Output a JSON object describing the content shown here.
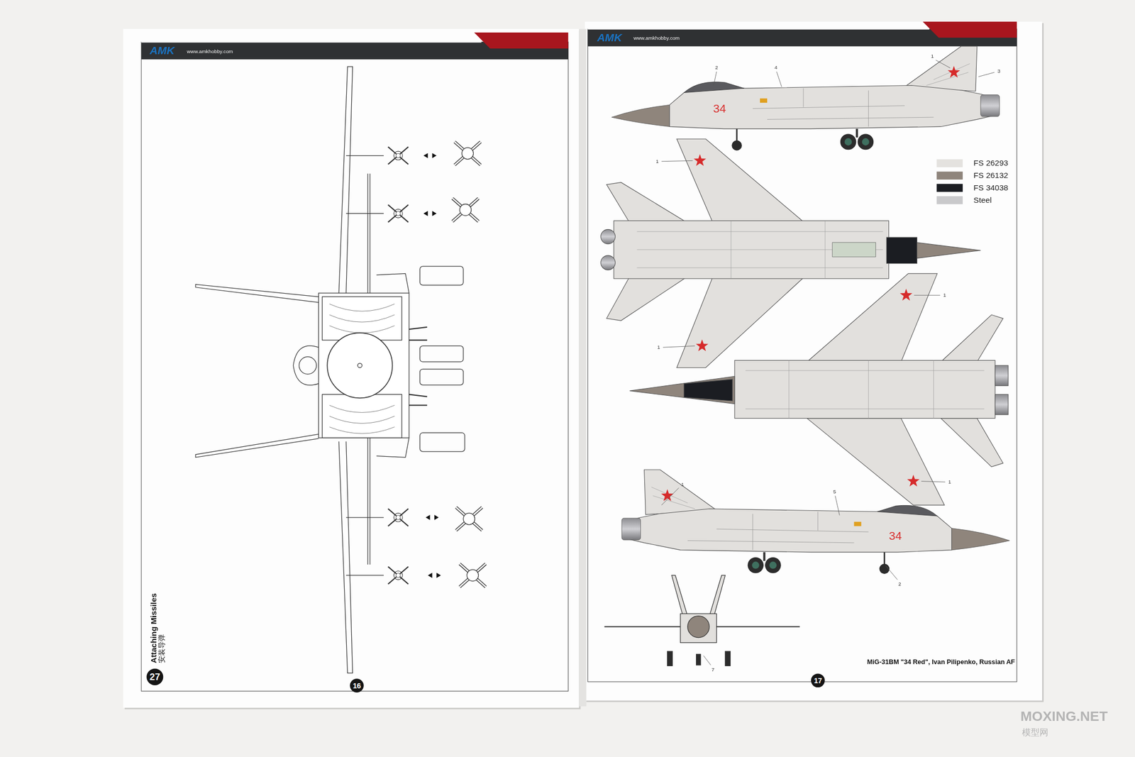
{
  "diagram": {
    "caption": "MiG-31BM \"34 Red\", Ivan Pilipenko, Russian AF",
    "nodes": [
      {
        "text": [
          "27"
        ]
      },
      {
        "text": [
          "16"
        ]
      },
      {
        "text": [
          "17"
        ]
      }
    ],
    "edges": [],
    "labels": [
      "AMK",
      "www.amkhobby.com",
      "Attaching Missiles",
      "安装导弹",
      "AMK",
      "www.amkhobby.com",
      "2",
      "4",
      "1",
      "3",
      "34",
      "1",
      "1",
      "1",
      "1",
      "1",
      "5",
      "34",
      "2",
      "7",
      "MOXING.NET",
      "模型网"
    ],
    "legend": [
      {
        "text": "FS 26293",
        "color": "#e4e2df"
      },
      {
        "text": "FS 26132",
        "color": "#8f857c"
      },
      {
        "text": "FS 34038",
        "color": "#1b1d22"
      },
      {
        "text": "Steel",
        "color": "#c9c9cb"
      }
    ]
  }
}
